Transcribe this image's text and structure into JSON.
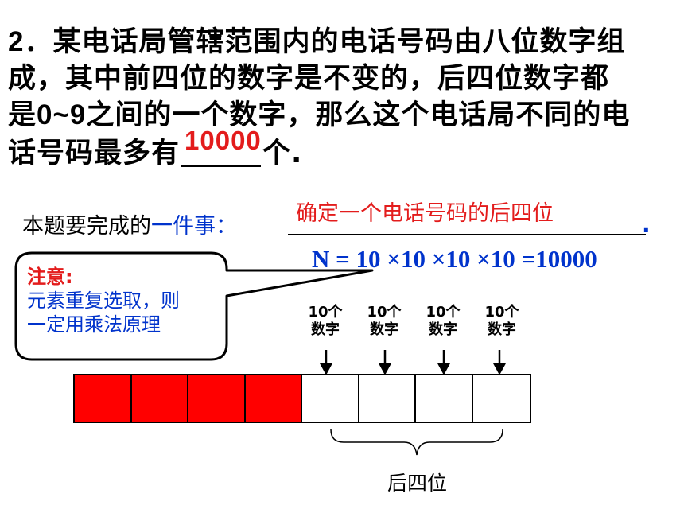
{
  "problem": {
    "number": "2",
    "line1": "．某电话局管辖范围内的电话号码由八位数字组",
    "line2": "成，其中前四位的数字是不变的，后四位数字都",
    "line3_pre": "是",
    "line3_range": "0~9",
    "line3_post": "之间的一个数字，那么这个电话局不同的电",
    "line4_pre": "话号码最多有",
    "answer": "10000",
    "line4_post": "个."
  },
  "task": {
    "label_prefix": "本题要完成的",
    "label_highlight": "一件事：",
    "answer": "确定一个电话号码的后四位",
    "period": "."
  },
  "formula": "N = 10 ×10 ×10 ×10 =10000",
  "note": {
    "title": "注意:",
    "line1": "元素重复选取，则",
    "line2": "一定用乘法原理"
  },
  "digit_labels": [
    {
      "line1": "10个",
      "line2": "数字"
    },
    {
      "line1": "10个",
      "line2": "数字"
    },
    {
      "line1": "10个",
      "line2": "数字"
    },
    {
      "line1": "10个",
      "line2": "数字"
    }
  ],
  "cells": [
    "red",
    "red",
    "red",
    "red",
    "white",
    "white",
    "white",
    "white"
  ],
  "brace_label": "后四位",
  "colors": {
    "red": "#ff0000",
    "answer_red": "#e31c1c",
    "blue": "#0033cc"
  }
}
